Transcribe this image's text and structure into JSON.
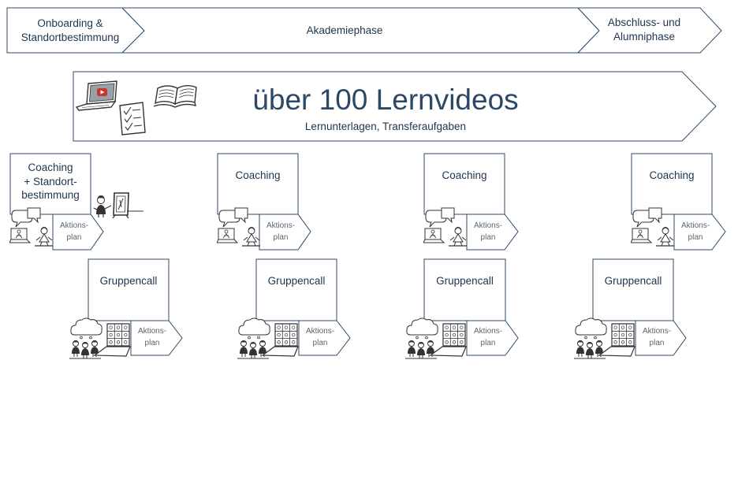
{
  "phases": [
    {
      "lines": [
        "Onboarding &",
        "Standortbestimmung"
      ]
    },
    {
      "lines": [
        "Akademiephase"
      ]
    },
    {
      "lines": [
        "Abschluss- und",
        "Alumniphase"
      ]
    }
  ],
  "lernvideos": {
    "title": "über 100 Lernvideos",
    "subtitle": "Lernunterlagen, Transferaufgaben",
    "icons": [
      "laptop-video-icon",
      "checklist-icon",
      "open-book-icon"
    ]
  },
  "coaching": [
    {
      "lines": [
        "Coaching",
        "+ Standort-",
        "bestimmung"
      ],
      "action_plan": [
        "Aktions-",
        "plan"
      ],
      "icons": [
        "video-coaching-icon",
        "flipchart-presenter-icon"
      ]
    },
    {
      "lines": [
        "Coaching"
      ],
      "action_plan": [
        "Aktions-",
        "plan"
      ],
      "icons": [
        "video-coaching-icon"
      ]
    },
    {
      "lines": [
        "Coaching"
      ],
      "action_plan": [
        "Aktions-",
        "plan"
      ],
      "icons": [
        "video-coaching-icon"
      ]
    },
    {
      "lines": [
        "Coaching"
      ],
      "action_plan": [
        "Aktions-",
        "plan"
      ],
      "icons": [
        "video-coaching-icon"
      ]
    }
  ],
  "gruppencall": [
    {
      "label": "Gruppencall",
      "action_plan": [
        "Aktions-",
        "plan"
      ],
      "icons": [
        "group-call-icon"
      ]
    },
    {
      "label": "Gruppencall",
      "action_plan": [
        "Aktions-",
        "plan"
      ],
      "icons": [
        "group-call-icon"
      ]
    },
    {
      "label": "Gruppencall",
      "action_plan": [
        "Aktions-",
        "plan"
      ],
      "icons": [
        "group-call-icon"
      ]
    },
    {
      "label": "Gruppencall",
      "action_plan": [
        "Aktions-",
        "plan"
      ],
      "icons": [
        "group-call-icon"
      ]
    }
  ],
  "colors": {
    "outline": "#2c4a68",
    "text": "#1d344d",
    "title": "#2b4865",
    "muted_text": "#5b6570",
    "sketch": "#333333",
    "play_button": "#c4392f"
  }
}
